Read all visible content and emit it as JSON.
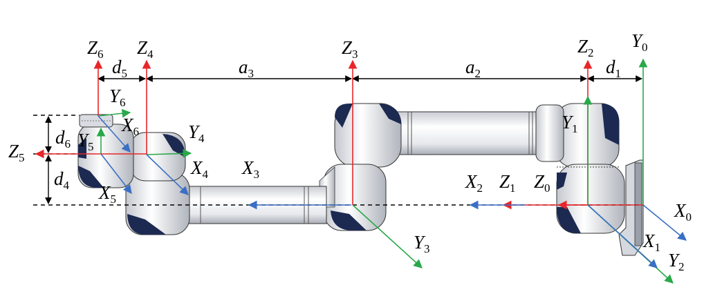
{
  "colors": {
    "z_axis": "#e8262a",
    "x_axis": "#3a6fc4",
    "y_axis": "#2aa84a",
    "dimension": "#000000",
    "link_body": "#eef0f3",
    "link_dark": "#1c2a52"
  },
  "labels": {
    "Z6": {
      "base": "Z",
      "sub": "6"
    },
    "Z4": {
      "base": "Z",
      "sub": "4"
    },
    "Z3": {
      "base": "Z",
      "sub": "3"
    },
    "Z2": {
      "base": "Z",
      "sub": "2"
    },
    "Y0": {
      "base": "Y",
      "sub": "0"
    },
    "d5": {
      "base": "d",
      "sub": "5"
    },
    "a3": {
      "base": "a",
      "sub": "3"
    },
    "a2": {
      "base": "a",
      "sub": "2"
    },
    "d1": {
      "base": "d",
      "sub": "1"
    },
    "Y6": {
      "base": "Y",
      "sub": "6"
    },
    "X6": {
      "base": "X",
      "sub": "6"
    },
    "Y4": {
      "base": "Y",
      "sub": "4"
    },
    "Y1": {
      "base": "Y",
      "sub": "1"
    },
    "d6": {
      "base": "d",
      "sub": "6"
    },
    "Y5": {
      "base": "Y",
      "sub": "5"
    },
    "Z5": {
      "base": "Z",
      "sub": "5"
    },
    "X4": {
      "base": "X",
      "sub": "4"
    },
    "X3": {
      "base": "X",
      "sub": "3"
    },
    "d4": {
      "base": "d",
      "sub": "4"
    },
    "X5": {
      "base": "X",
      "sub": "5"
    },
    "X2": {
      "base": "X",
      "sub": "2"
    },
    "Z1": {
      "base": "Z",
      "sub": "1"
    },
    "Z0": {
      "base": "Z",
      "sub": "0"
    },
    "X0": {
      "base": "X",
      "sub": "0"
    },
    "X1": {
      "base": "X",
      "sub": "1"
    },
    "Y3": {
      "base": "Y",
      "sub": "3"
    },
    "Y2": {
      "base": "Y",
      "sub": "2"
    }
  }
}
